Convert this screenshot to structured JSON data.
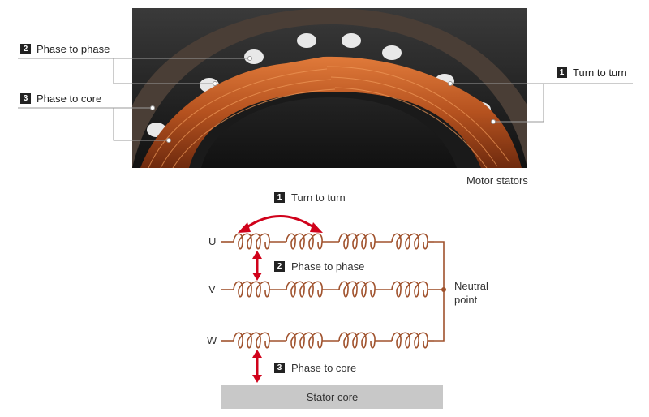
{
  "photo_callouts": [
    {
      "num": "2",
      "label": "Phase to phase"
    },
    {
      "num": "3",
      "label": "Phase to core"
    },
    {
      "num": "1",
      "label": "Turn to turn"
    }
  ],
  "photo_caption": "Motor stators",
  "diagram": {
    "labels": [
      {
        "num": "1",
        "label": "Turn to turn"
      },
      {
        "num": "2",
        "label": "Phase to phase"
      },
      {
        "num": "3",
        "label": "Phase to core"
      }
    ],
    "phases": [
      "U",
      "V",
      "W"
    ],
    "neutral_line1": "Neutral",
    "neutral_line2": "point",
    "core_label": "Stator core"
  },
  "colors": {
    "copper": "#a0522d",
    "arrow": "#d0021b",
    "core": "#c8c8c8"
  }
}
